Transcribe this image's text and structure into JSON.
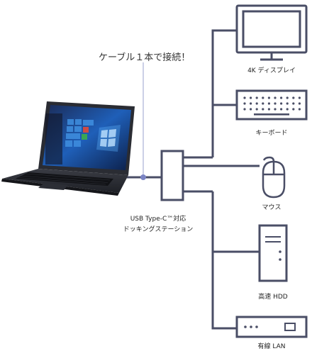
{
  "caption": "ケーブル１本で接続！",
  "hub": {
    "line1": "USB Type-C™対応",
    "line2": "ドッキングステーション"
  },
  "devices": [
    {
      "id": "display",
      "label": "4K ディスプレイ",
      "icon": "monitor-icon"
    },
    {
      "id": "keyboard",
      "label": "キーボード",
      "icon": "keyboard-icon"
    },
    {
      "id": "mouse",
      "label": "マウス",
      "icon": "mouse-icon"
    },
    {
      "id": "hdd",
      "label": "高速 HDD",
      "icon": "hdd-tower-icon"
    },
    {
      "id": "lan",
      "label": "有線 LAN",
      "icon": "lan-hub-icon"
    }
  ],
  "colors": {
    "line": "#4a4e66",
    "accent_line": "#9aa0cc",
    "node": "#7b84c4"
  }
}
